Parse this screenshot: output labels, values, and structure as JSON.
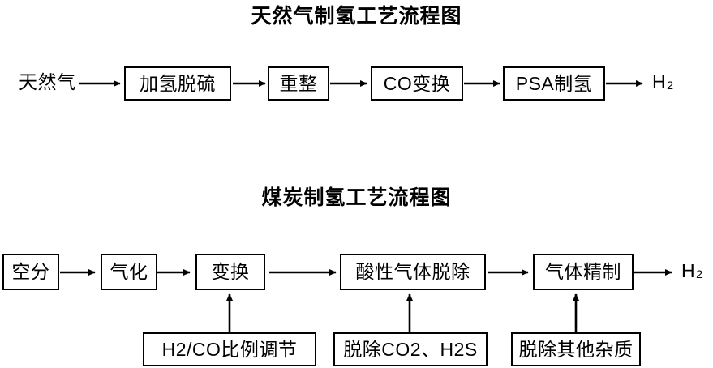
{
  "diagram": {
    "background_color": "#ffffff",
    "line_color": "#000000",
    "sections": [
      {
        "id": "natural-gas",
        "title": "天然气制氢工艺流程图",
        "input_label": "天然气",
        "output_label": "H",
        "output_sub": "2",
        "steps": [
          {
            "label": "加氢脱硫"
          },
          {
            "label": "重整"
          },
          {
            "label": "CO变换"
          },
          {
            "label": "PSA制氢"
          }
        ]
      },
      {
        "id": "coal",
        "title": "煤炭制氢工艺流程图",
        "output_label": "H",
        "output_sub": "2",
        "steps": [
          {
            "label": "空分"
          },
          {
            "label": "气化"
          },
          {
            "label": "变换"
          },
          {
            "label": "酸性气体脱除"
          },
          {
            "label": "气体精制"
          }
        ],
        "sub_steps": [
          {
            "label": "H2/CO比例调节",
            "feeds": "变换"
          },
          {
            "label": "脱除CO2、H2S",
            "feeds": "酸性气体脱除"
          },
          {
            "label": "脱除其他杂质",
            "feeds": "气体精制"
          }
        ]
      }
    ]
  }
}
